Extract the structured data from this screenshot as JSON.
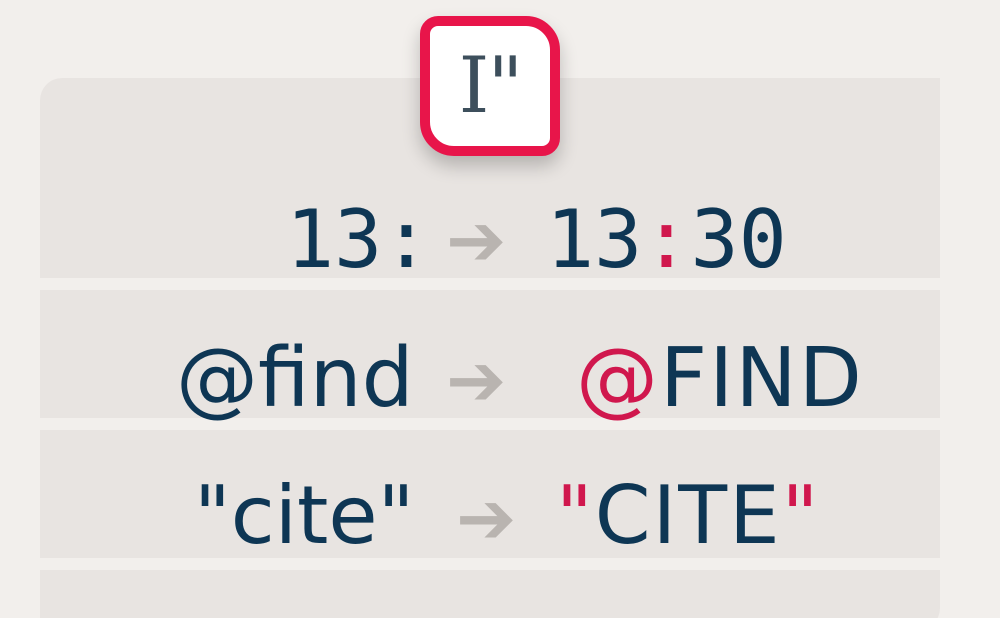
{
  "logo": {
    "text": "I\""
  },
  "rows": [
    {
      "before": "13:",
      "after_main": "13",
      "after_accent": ":",
      "after_rest": "30"
    },
    {
      "before": "@find",
      "after_accent": "@",
      "after_main": "FIND"
    },
    {
      "before": "\"cite\"",
      "after_accent_open": "\"",
      "after_main": "CITE",
      "after_accent_close": "\""
    }
  ],
  "arrow_glyph": "➔",
  "colors": {
    "background": "#f2efec",
    "band": "#e8e4e1",
    "text": "#0e3654",
    "accent": "#d0174d",
    "logo_border": "#e8154a",
    "arrow": "#b9b4b0"
  }
}
